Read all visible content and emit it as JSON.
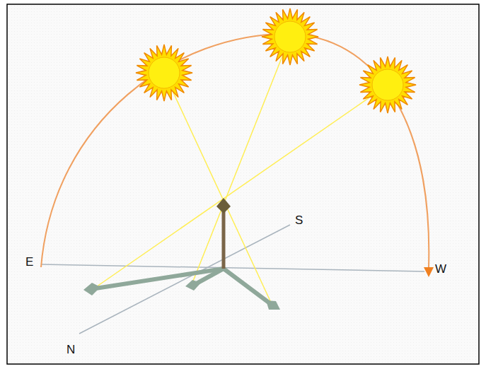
{
  "diagram": {
    "labels": [
      "S",
      "E",
      "W",
      "N"
    ]
  }
}
